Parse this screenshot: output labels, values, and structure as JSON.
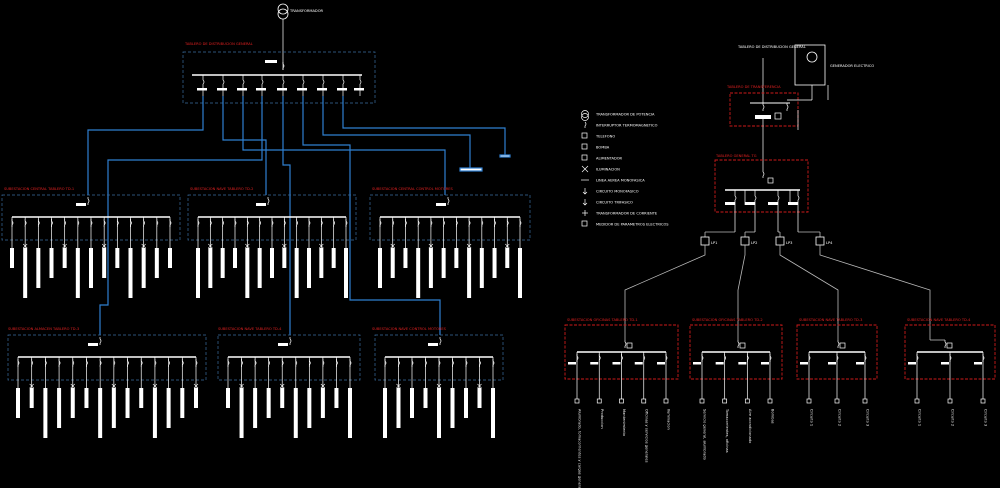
{
  "colors": {
    "background": "#000000",
    "line": "#ffffff",
    "feeder": "#2f7fd0",
    "panel_red": "#cc1a1a",
    "panel_dash": "#3a6ea0",
    "grey_line": "#bbbbbb"
  },
  "left": {
    "transformer_label": "TRANSFORMADOR",
    "main_panel": "TABLERO DE DISTRIBUCION GENERAL",
    "sub_panels": [
      {
        "id": "p1",
        "title": "SUBESTACION CENTRAL TABLERO TD-1"
      },
      {
        "id": "p2",
        "title": "SUBESTACION NAVE TABLERO TD-2"
      },
      {
        "id": "p3",
        "title": "SUBESTACION CENTRAL CONTROL MOTORES"
      },
      {
        "id": "p4",
        "title": "SUBESTACION ALMACEN TABLERO TD-3"
      },
      {
        "id": "p5",
        "title": "SUBESTACION NAVE TABLERO TD-4"
      },
      {
        "id": "p6",
        "title": "SUBESTACION NAVE CONTROL MOTORES"
      }
    ]
  },
  "right": {
    "main_board": "TABLERO DE DISTRIBUCION GENERAL",
    "generator": "GENERADOR ELECTRICO",
    "tg_panel": "TABLERO GENERAL TG",
    "transfer_panel": "TABLERO DE TRANSFERENCIA",
    "lines": [
      "LP1",
      "LP2",
      "LP3",
      "LP4"
    ],
    "sub_panels": [
      {
        "id": "r1",
        "title": "SUBESTACION OFICINAS TABLERO TD-1"
      },
      {
        "id": "r2",
        "title": "SUBESTACION OFICINAS TABLERO TD-2"
      },
      {
        "id": "r3",
        "title": "SUBESTACION NAVE TABLERO TD-3"
      },
      {
        "id": "r4",
        "title": "SUBESTACION NAVE TABLERO TD-4"
      }
    ],
    "circuits_r1": [
      "Alumbrado, tomacorrientes y cargas generales",
      "Produccion",
      "Mantenimiento",
      "Oficinas y servicios generales",
      "Iluminacion"
    ],
    "circuits_r2": [
      "Servicio general, alumbrado",
      "Tomacorrientes, oficinas",
      "Aire acondicionado",
      "Bombas"
    ],
    "circuits_r3": [
      "Circuito 1",
      "Circuito 2",
      "Circuito 3"
    ],
    "circuits_r4": [
      "Circuito 1",
      "Circuito 2",
      "Circuito 3"
    ]
  },
  "legend": {
    "items": [
      {
        "icon": "transformer-icon",
        "label": "TRANSFORMADOR DE POTENCIA"
      },
      {
        "icon": "breaker-icon",
        "label": "INTERRUPTOR TERMOMAGNETICO"
      },
      {
        "icon": "square-icon",
        "label": "TELEFONO"
      },
      {
        "icon": "square-icon",
        "label": "BOMBA"
      },
      {
        "icon": "square-icon",
        "label": "ALIMENTADOR"
      },
      {
        "icon": "star-icon",
        "label": "ILUMINACION"
      },
      {
        "icon": "line-icon",
        "label": "LINEA AEREA MONOFASICA"
      },
      {
        "icon": "arrow-icon",
        "label": "CIRCUITO MONOFASICO"
      },
      {
        "icon": "arrow-icon",
        "label": "CIRCUITO TRIFASICO"
      },
      {
        "icon": "ct-icon",
        "label": "TRANSFORMADOR DE CORRIENTE"
      },
      {
        "icon": "meter-icon",
        "label": "MEDIDOR DE PARAMETROS ELECTRICOS"
      }
    ]
  }
}
